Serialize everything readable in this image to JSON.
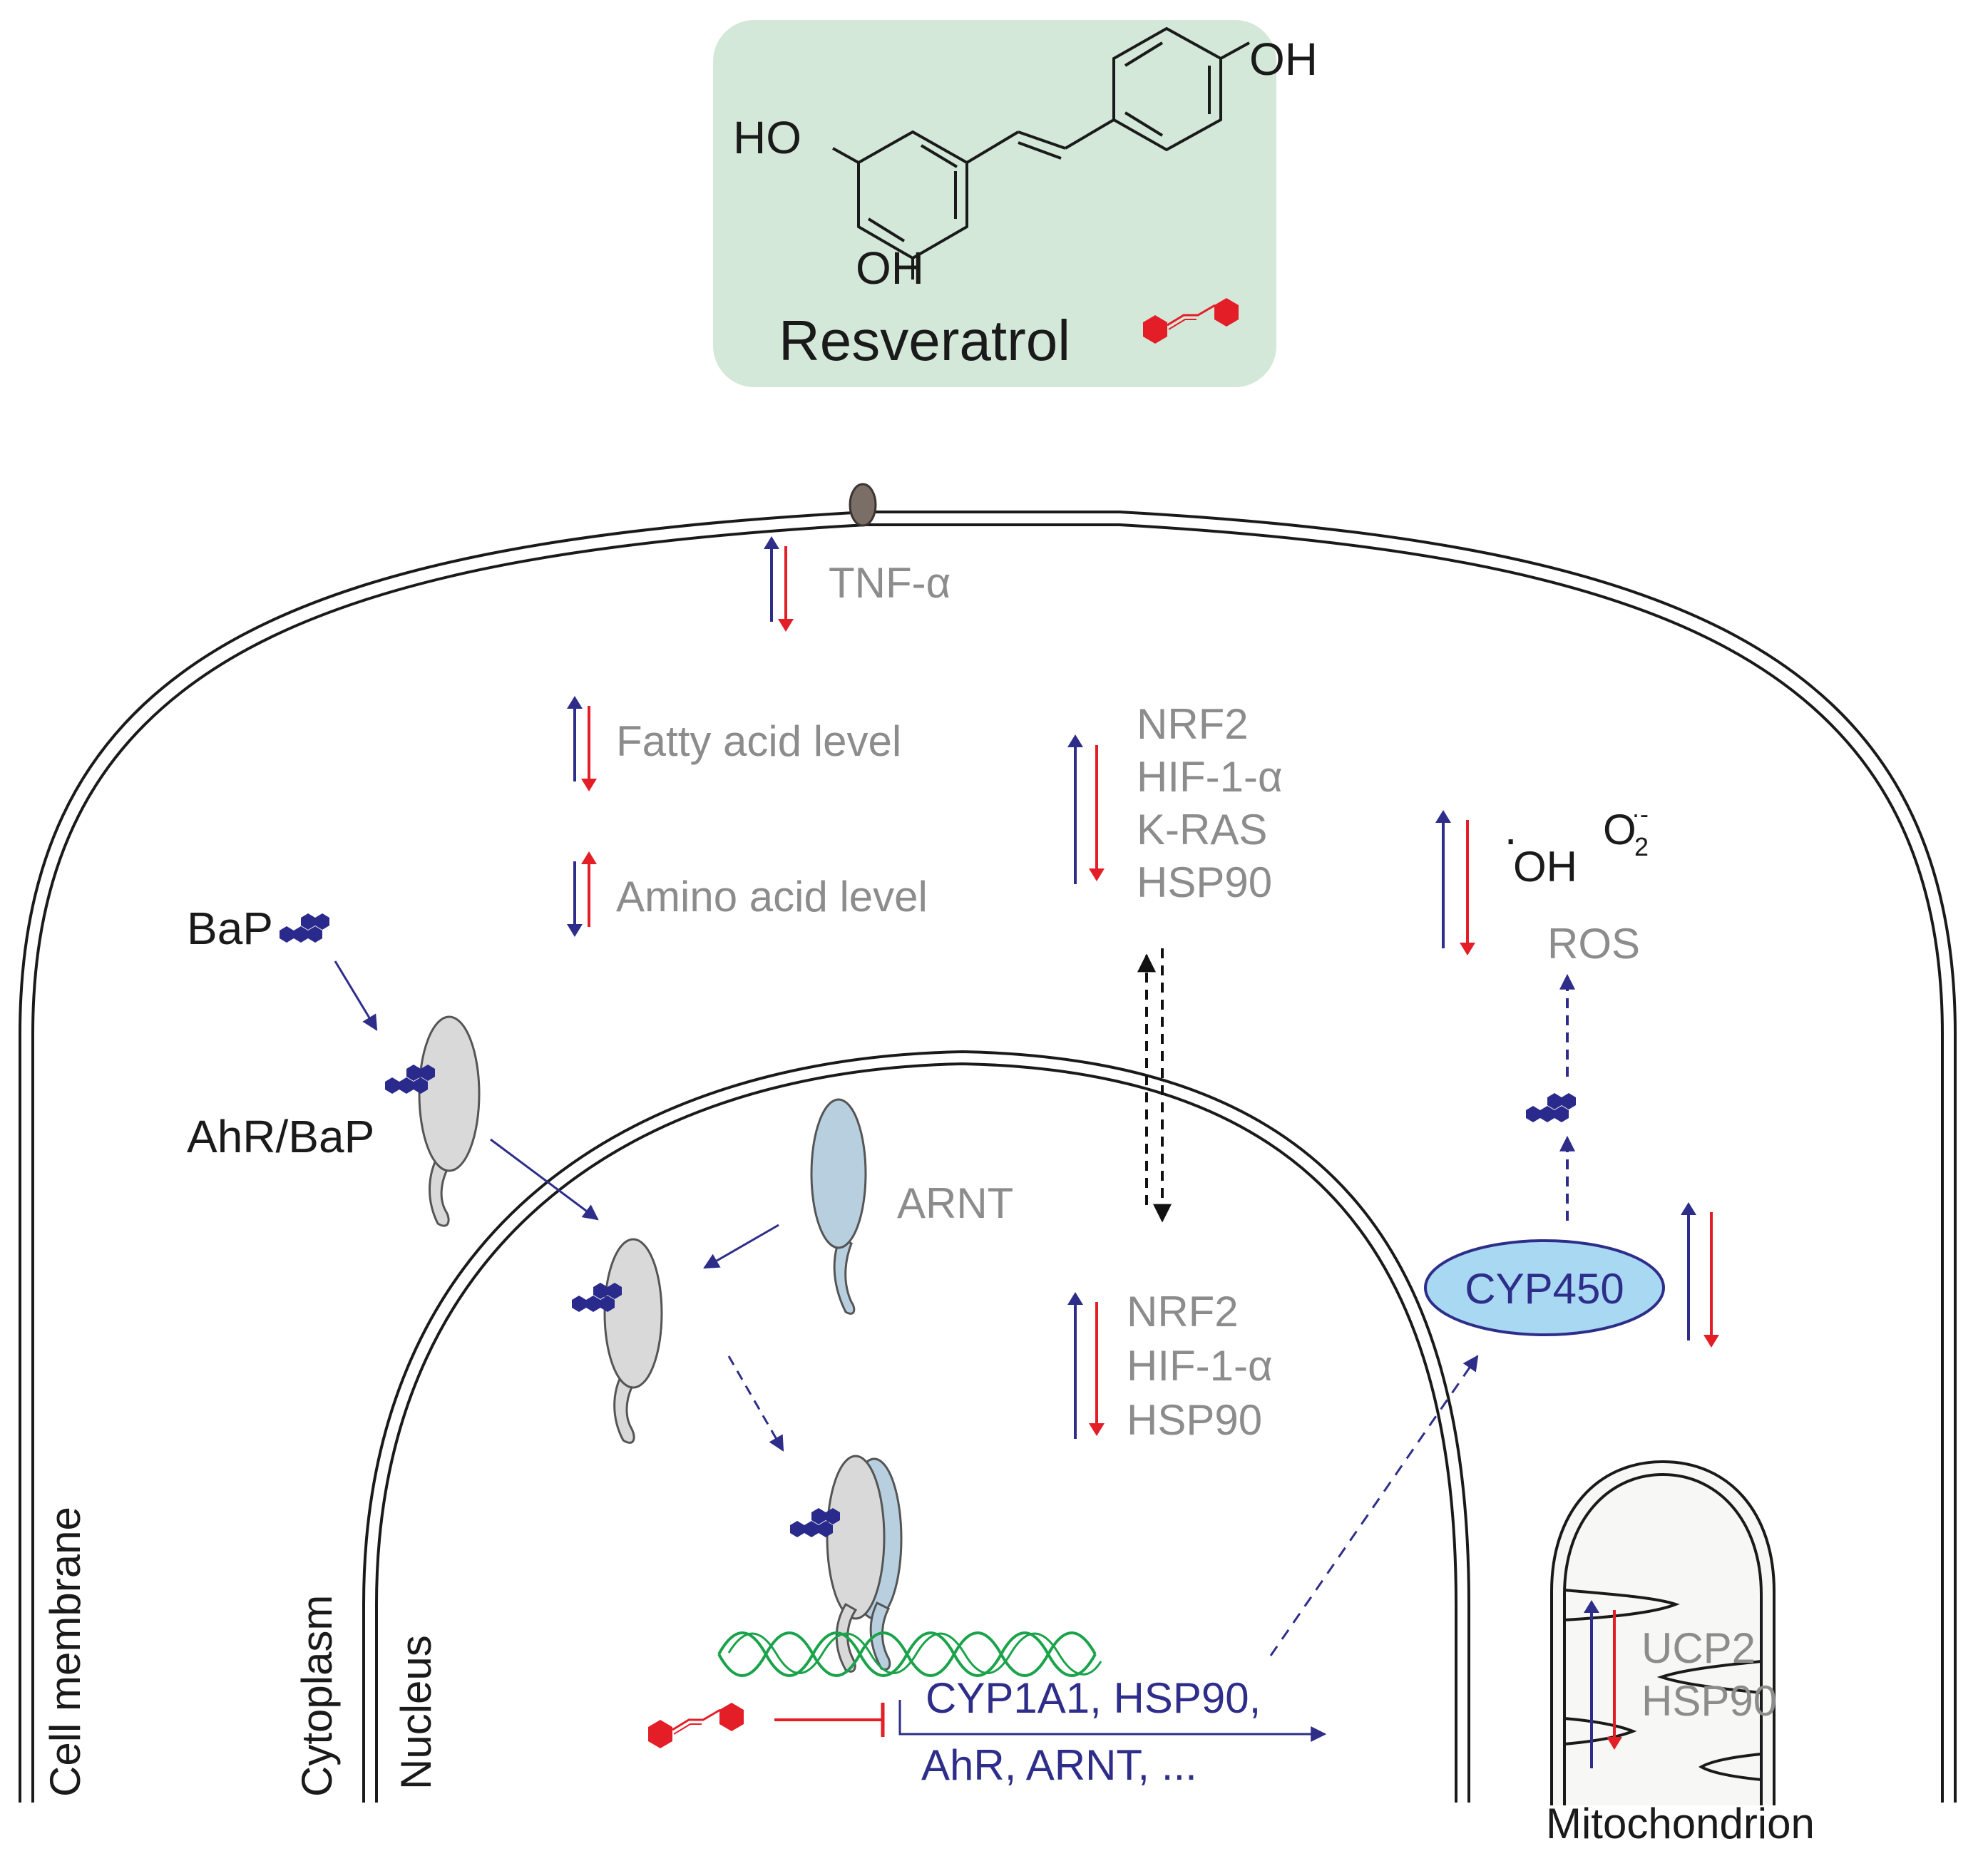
{
  "molecule": {
    "name": "Resveratrol",
    "groups": [
      "OH",
      "HO",
      "OH"
    ]
  },
  "compartments": {
    "cell_membrane": "Cell membrane",
    "cytoplasm": "Cytoplasm",
    "nucleus": "Nucleus",
    "mitochondrion": "Mitochondrion"
  },
  "cytoplasm_labels": {
    "tnf": "TNF-α",
    "fatty_acid": "Fatty acid level",
    "amino_acid": "Amino acid level",
    "bap": "BaP",
    "ahr_bap": "AhR/BaP",
    "arnt": "ARNT",
    "nrf2_group": [
      "NRF2",
      "HIF-1-α",
      "K-RAS",
      "HSP90"
    ],
    "oh_radical": "OH",
    "radical_dot": "·",
    "superoxide_base": "O",
    "superoxide_sub": "2",
    "superoxide_charge": "·-",
    "ros": "ROS",
    "cyp450": "CYP450"
  },
  "nucleus_labels": {
    "group": [
      "NRF2",
      "HIF-1-α",
      "HSP90"
    ],
    "target_genes_line1": "CYP1A1, HSP90,",
    "target_genes_line2": "AhR, ARNT, ..."
  },
  "mitochondrion_labels": [
    "UCP2",
    "HSP90"
  ],
  "colors": {
    "up_arrow": "#2e2e8a",
    "down_arrow": "#e41e26",
    "resveratrol_red": "#e41e26",
    "bap_navy": "#2a2a8c",
    "molecule_panel": "#d3e8d9",
    "cyp450_fill": "#a8d8f2",
    "arnt_fill": "#b8cfe0",
    "ahr_fill": "#d9d9d9",
    "dna_green": "#1aa34a"
  }
}
